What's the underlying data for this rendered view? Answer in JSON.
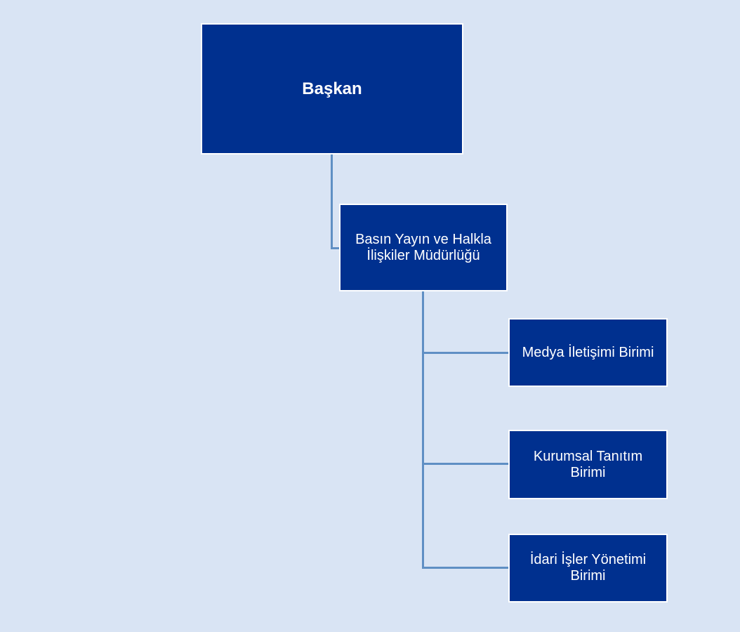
{
  "org_chart": {
    "president": {
      "label": "Başkan"
    },
    "directorate": {
      "label": "Basın Yayın ve Halkla İlişkiler Müdürlüğü"
    },
    "units": [
      {
        "label": "Medya İletişimi Birimi"
      },
      {
        "label": "Kurumsal Tanıtım Birimi"
      },
      {
        "label": "İdari İşler Yönetimi Birimi"
      }
    ]
  },
  "colors": {
    "background": "#d9e4f4",
    "box_fill": "#00308f",
    "box_border": "#ffffff",
    "connector": "#5f8fc4",
    "text": "#ffffff"
  }
}
